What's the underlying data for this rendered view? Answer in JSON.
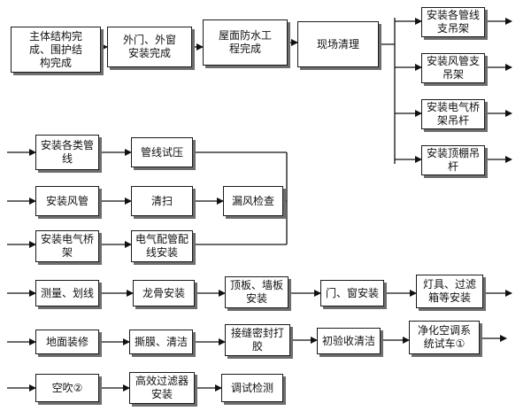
{
  "diagram": {
    "nodes": {
      "n1": "主体结构完\n成、围护结\n构完成",
      "n2": "外门、外窗\n安装完成",
      "n3": "屋面防水工\n程完成",
      "n4": "现场清理",
      "r1": "安装各管线\n支吊架",
      "r2": "安装风管支\n吊架",
      "r3": "安装电气桥\n架吊杆",
      "r4": "安装顶棚吊\n杆",
      "a1": "安装各类管\n线",
      "a2": "管线试压",
      "b1": "安装风管",
      "b2": "清扫",
      "b3": "漏风检查",
      "c1": "安装电气桥\n架",
      "c2": "电气配管配\n线安装",
      "d1": "测量、划线",
      "d2": "龙骨安装",
      "d3": "顶板、墙板\n安装",
      "d4": "门、窗安装",
      "d5": "灯具、过滤\n箱等安装",
      "e1": "地面装修",
      "e2": "撕膜、清洁",
      "e3": "接缝密封打\n胶",
      "e4": "初验收清洁",
      "e5": "净化空调系\n统试车①",
      "f1": "空吹②",
      "f2": "高效过滤器\n安装",
      "f3": "调试检测"
    }
  }
}
